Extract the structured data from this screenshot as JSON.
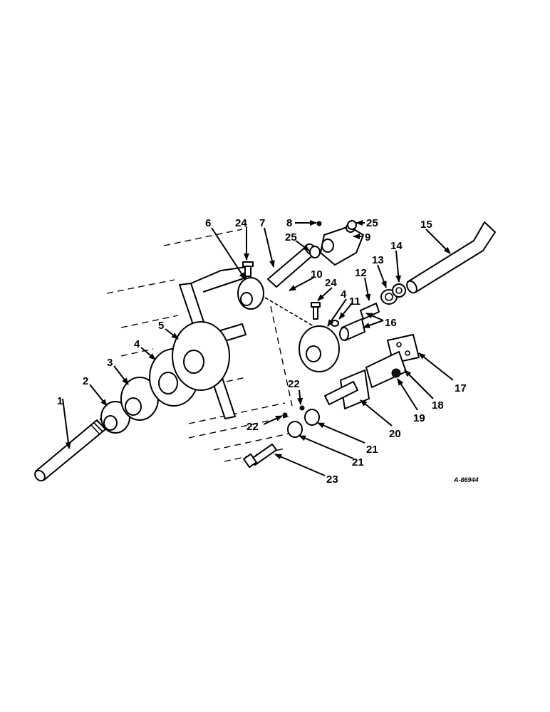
{
  "diagram": {
    "reference": "A-86944",
    "callouts": [
      "1",
      "2",
      "3",
      "4",
      "5",
      "6",
      "24",
      "7",
      "8",
      "25",
      "9",
      "25",
      "10",
      "24",
      "4",
      "11",
      "12",
      "13",
      "14",
      "15",
      "16",
      "17",
      "18",
      "19",
      "20",
      "21",
      "21",
      "22",
      "22",
      "23"
    ]
  }
}
